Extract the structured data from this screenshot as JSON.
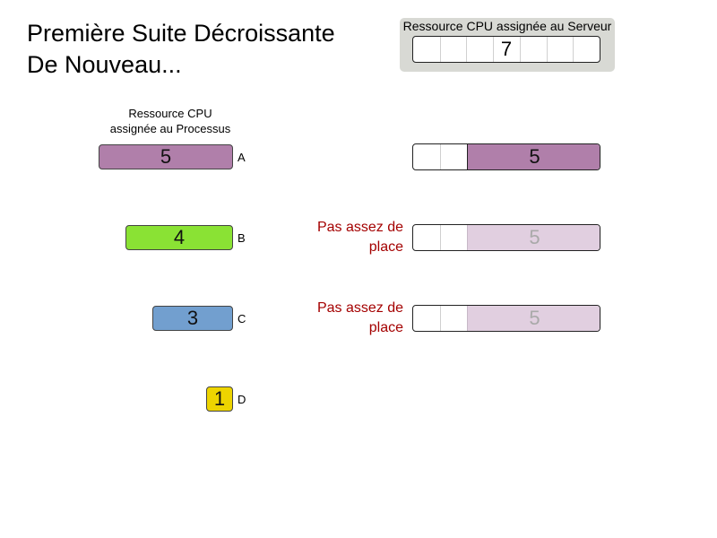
{
  "title_line1": "Première Suite Décroissante",
  "title_line2": "De Nouveau...",
  "server": {
    "label": "Ressource CPU assignée au Serveur",
    "capacity": 7
  },
  "process_column": {
    "header_line1": "Ressource CPU",
    "header_line2": "assignée au  Processus"
  },
  "colors": {
    "process_A": "#b07faa",
    "process_B": "#8ae234",
    "process_C": "#729fcf",
    "process_D": "#edd400",
    "placed_segment": "#b07faa",
    "rejected_segment": "#e1cfe0",
    "message": "#a40000"
  },
  "processes": [
    {
      "id": "A",
      "label": "A",
      "value": "5",
      "size": 5
    },
    {
      "id": "B",
      "label": "B",
      "value": "4",
      "size": 4
    },
    {
      "id": "C",
      "label": "C",
      "value": "3",
      "size": 3
    },
    {
      "id": "D",
      "label": "D",
      "value": "1",
      "size": 1
    }
  ],
  "slots": [
    {
      "value": "5",
      "size": 5,
      "fits": true,
      "message_line1": "",
      "message_line2": ""
    },
    {
      "value": "5",
      "size": 5,
      "fits": false,
      "message_line1": "Pas assez de",
      "message_line2": "place"
    },
    {
      "value": "5",
      "size": 5,
      "fits": false,
      "message_line1": "Pas assez de",
      "message_line2": "place"
    }
  ]
}
